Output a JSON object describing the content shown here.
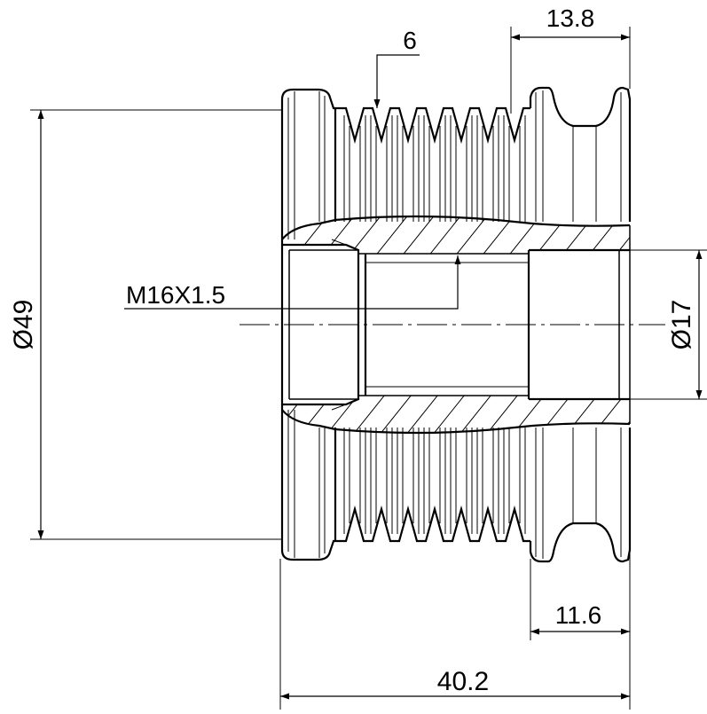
{
  "dimensions": {
    "groove_pitch": "6",
    "right_offset": "13.8",
    "outer_diameter": "Ø49",
    "thread": "M16X1.5",
    "bore_diameter": "Ø17",
    "right_section_width": "11.6",
    "overall_length": "40.2"
  }
}
